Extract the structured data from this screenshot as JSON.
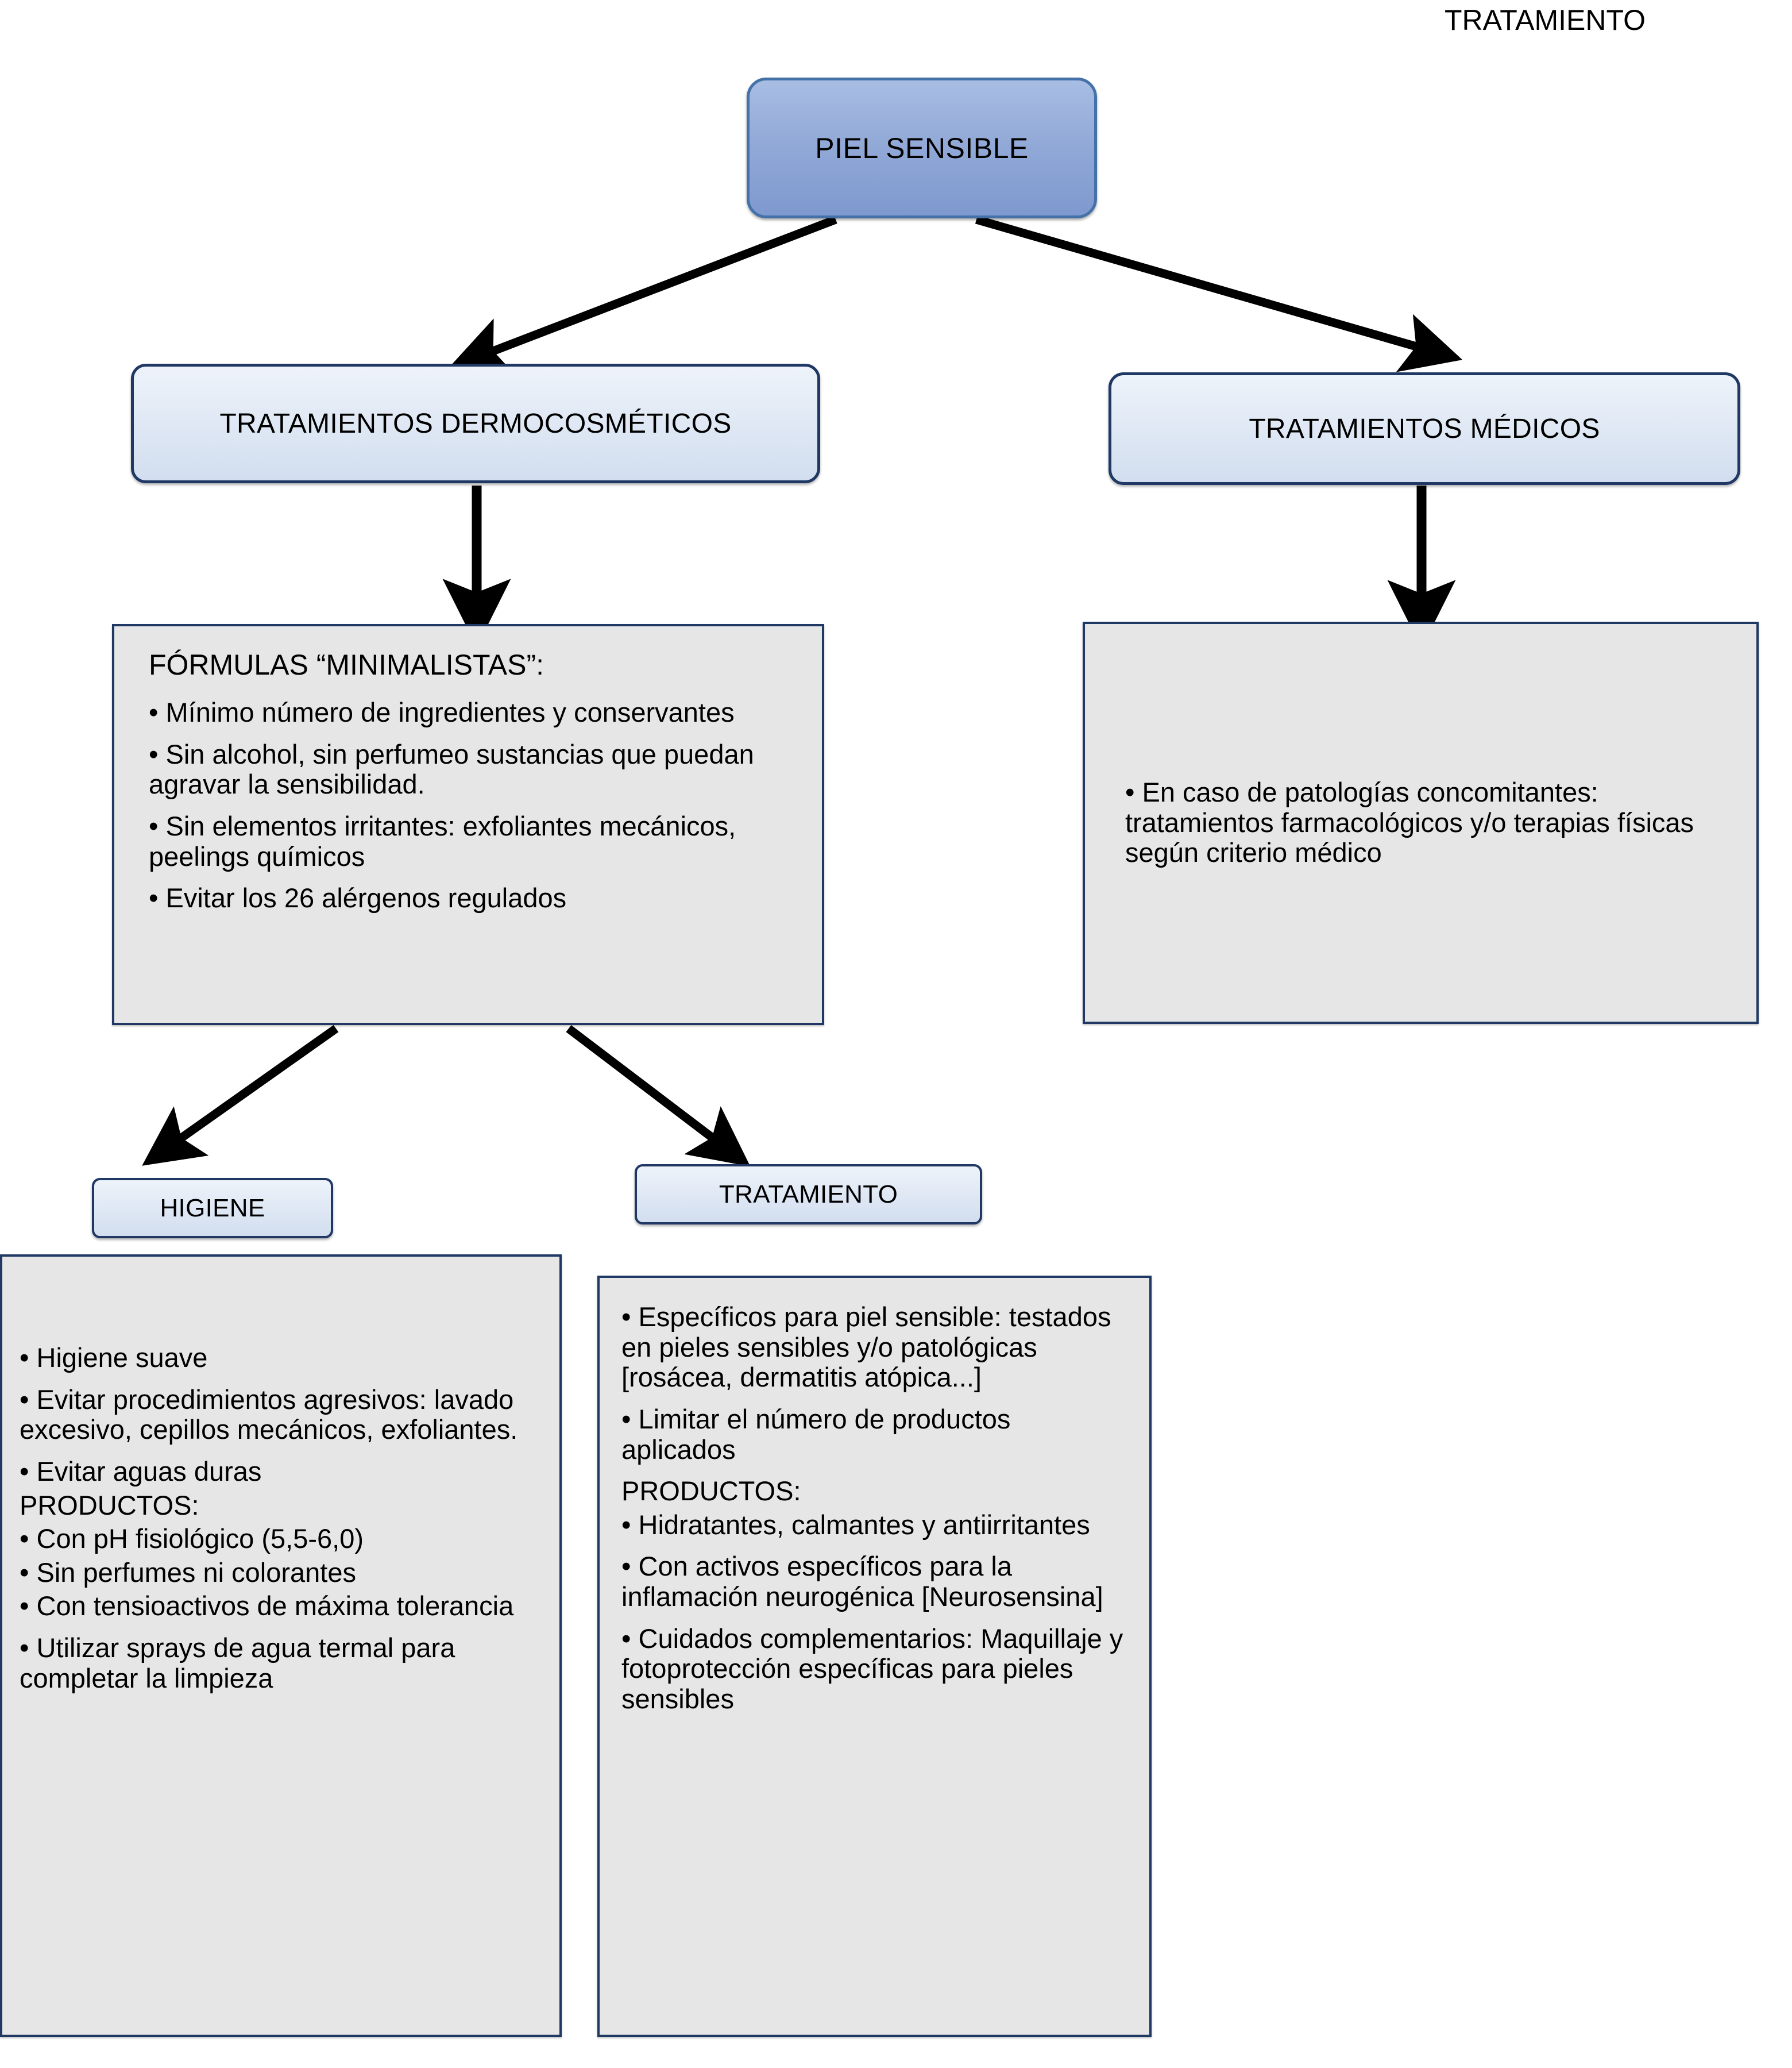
{
  "page": {
    "title": "TRATAMIENTO"
  },
  "nodes": {
    "root": {
      "label": "PIEL SENSIBLE"
    },
    "branch_left": {
      "label": "TRATAMIENTOS DERMOCOSMÉTICOS"
    },
    "branch_right": {
      "label": "TRATAMIENTOS MÉDICOS"
    },
    "sub_left": {
      "label": "HIGIENE"
    },
    "sub_right": {
      "label": "TRATAMIENTO"
    }
  },
  "panels": {
    "formulas": {
      "heading": "FÓRMULAS “MINIMALISTAS”:",
      "items": [
        "•  Mínimo número de ingredientes y conservantes",
        "•  Sin alcohol, sin perfumeo sustancias que puedan agravar la sensibilidad.",
        "•  Sin elementos irritantes: exfoliantes mecánicos, peelings químicos",
        "•  Evitar los 26 alérgenos regulados"
      ]
    },
    "medicos": {
      "items": [
        "•     En caso de patologías concomitantes: tratamientos farmacológicos y/o terapias físicas según criterio médico"
      ]
    },
    "higiene": {
      "items": [
        "•  Higiene suave",
        "•  Evitar procedimientos agresivos: lavado excesivo, cepillos mecánicos, exfoliantes.",
        "•  Evitar aguas duras",
        "   PRODUCTOS:",
        "•  Con pH fisiológico (5,5-6,0)",
        "•  Sin perfumes ni colorantes",
        "•  Con tensioactivos de máxima tolerancia",
        "•  Utilizar sprays de agua termal para completar la limpieza"
      ]
    },
    "tratamiento": {
      "items": [
        "•  Específicos para piel sensible: testados en pieles sensibles y/o patológicas [rosácea, dermatitis atópica...]",
        "   • Limitar el número de productos aplicados",
        "    PRODUCTOS:",
        "• Hidratantes, calmantes y antiirritantes",
        "• Con activos específicos para la inflamación neurogénica [Neurosensina]",
        "• Cuidados complementarios: Maquillaje y fotoprotección específicas para pieles sensibles"
      ]
    }
  },
  "colors": {
    "root_fill": "#93AAD8",
    "root_border": "#4472A8",
    "node_fill": "#DEE7F4",
    "node_border": "#1F3864",
    "panel_fill": "#E6E6E6",
    "panel_border": "#1F3864",
    "arrow": "#000000",
    "text": "#000000",
    "background": "#FFFFFF"
  }
}
